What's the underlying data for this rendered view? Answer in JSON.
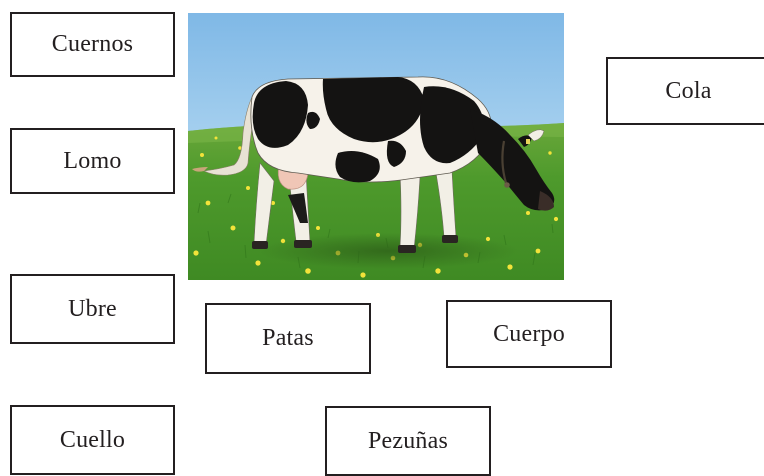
{
  "labels": {
    "cuernos": "Cuernos",
    "lomo": "Lomo",
    "ubre": "Ubre",
    "cuello": "Cuello",
    "cola": "Cola",
    "patas": "Patas",
    "cuerpo": "Cuerpo",
    "pezunas": "Pezuñas"
  }
}
